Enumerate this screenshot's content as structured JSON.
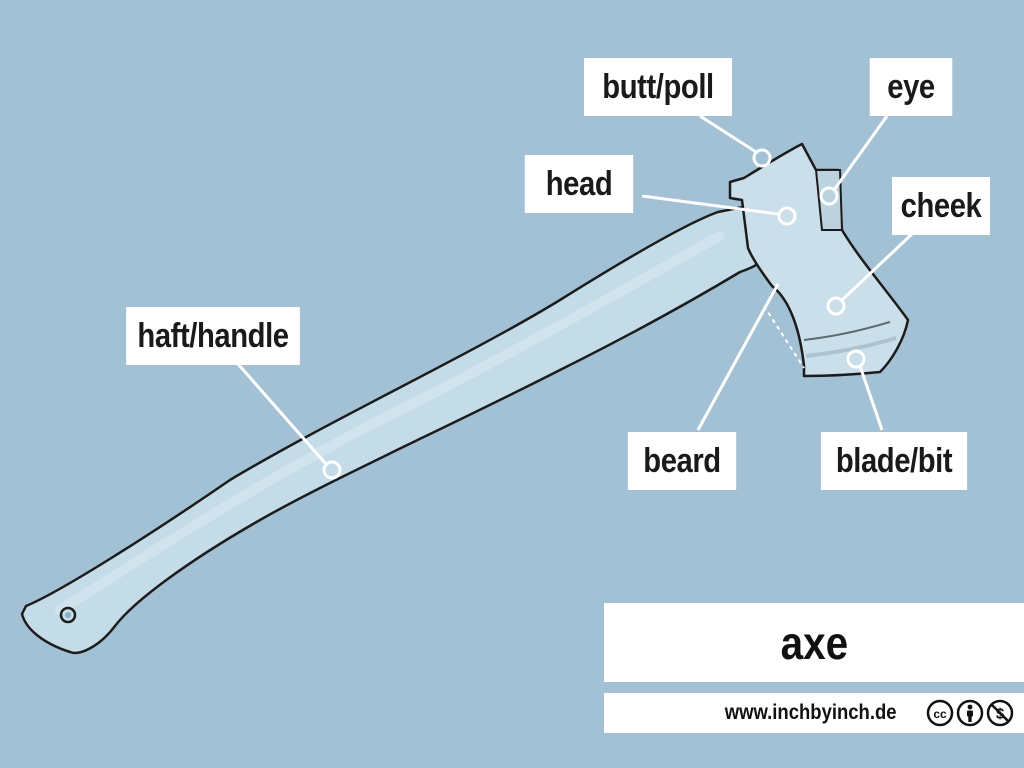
{
  "title": "axe",
  "website": "www.inchbyinch.de",
  "license_icons": [
    "cc-icon",
    "attribution-icon",
    "noncommercial-icon"
  ],
  "colors": {
    "background": "#a3c1d4",
    "handle": "#c4dbe8",
    "head": "#cbdfea",
    "outline": "#1c1c1c",
    "label_bg": "#ffffff"
  },
  "labels": {
    "butt_poll": "butt/poll",
    "eye": "eye",
    "head": "head",
    "cheek": "cheek",
    "haft_handle": "haft/handle",
    "beard": "beard",
    "blade_bit": "blade/bit"
  }
}
